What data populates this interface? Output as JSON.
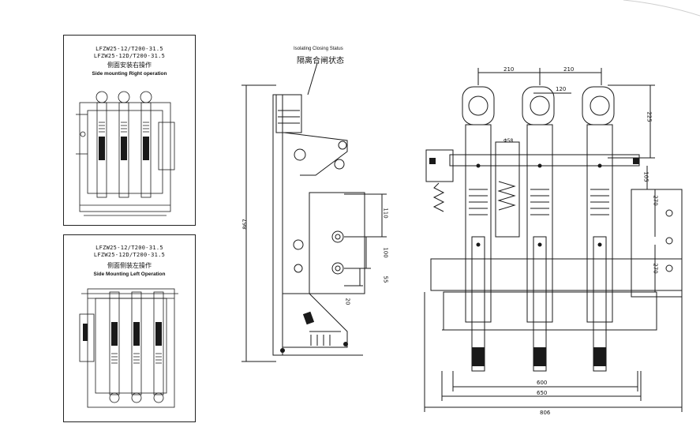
{
  "panel_right": {
    "model_line1": "LFZW25-12/T200-31.5",
    "model_line2": "LFZW25-12D/T200-31.5",
    "title_cn": "侧面安装右操作",
    "title_en": "Side mounting  Right operation"
  },
  "panel_left": {
    "model_line1": "LFZW25-12/T200-31.5",
    "model_line2": "LFZW25-12D/T200-31.5",
    "title_cn": "侧面侧装左操作",
    "title_en": "Side Mounting  Left Operation"
  },
  "side_view": {
    "status_en": "Isolating Closing Status",
    "status_cn": "隔离合闸状态",
    "dim_height": "867",
    "dim_110": "110",
    "dim_100": "100",
    "dim_55": "55",
    "dim_20": "20"
  },
  "front_view": {
    "dim_210_left": "210",
    "dim_210_right": "210",
    "dim_120": "120",
    "dim_225": "225",
    "dim_105": "105",
    "dim_270_a": "270",
    "dim_270_b": "270",
    "dim_600": "600",
    "dim_650": "650",
    "dim_806": "806",
    "dim_58": "Φ58"
  },
  "colors": {
    "line": "#1a1a1a",
    "background": "#ffffff"
  }
}
